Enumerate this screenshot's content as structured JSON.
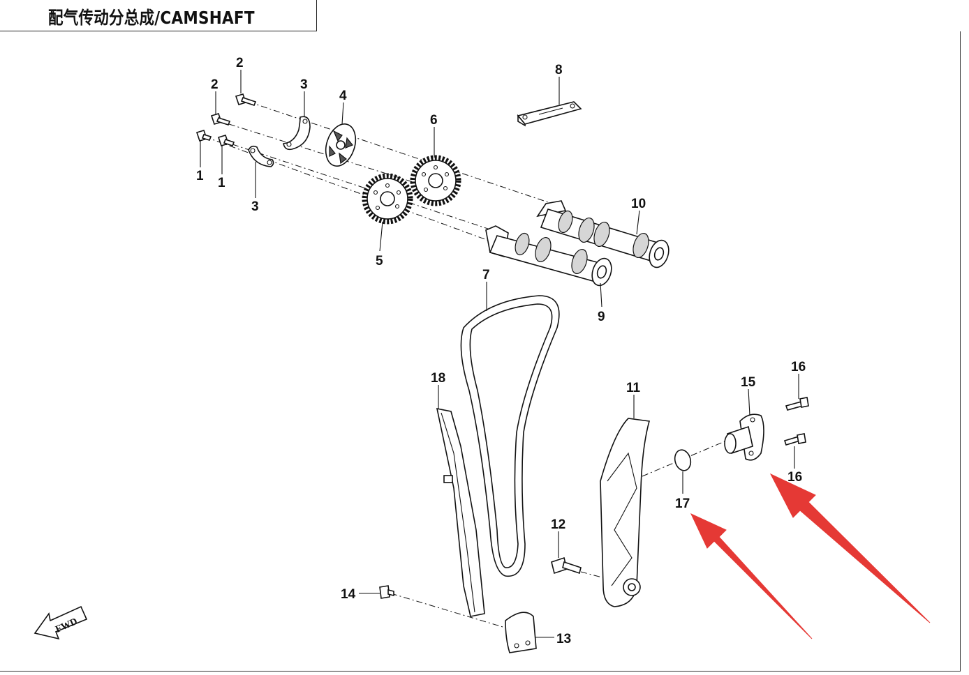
{
  "header": {
    "title": "配气传动分总成/CAMSHAFT"
  },
  "fwd_label": "FWD",
  "arrow_color": "#e53935",
  "callouts": [
    {
      "id": "c-2a",
      "text": "2"
    },
    {
      "id": "c-2b",
      "text": "2"
    },
    {
      "id": "c-3a",
      "text": "3"
    },
    {
      "id": "c-4",
      "text": "4"
    },
    {
      "id": "c-6",
      "text": "6"
    },
    {
      "id": "c-8",
      "text": "8"
    },
    {
      "id": "c-1a",
      "text": "1"
    },
    {
      "id": "c-1b",
      "text": "1"
    },
    {
      "id": "c-3b",
      "text": "3"
    },
    {
      "id": "c-5",
      "text": "5"
    },
    {
      "id": "c-10",
      "text": "10"
    },
    {
      "id": "c-7",
      "text": "7"
    },
    {
      "id": "c-9",
      "text": "9"
    },
    {
      "id": "c-18",
      "text": "18"
    },
    {
      "id": "c-11",
      "text": "11"
    },
    {
      "id": "c-15",
      "text": "15"
    },
    {
      "id": "c-16a",
      "text": "16"
    },
    {
      "id": "c-16b",
      "text": "16"
    },
    {
      "id": "c-17",
      "text": "17"
    },
    {
      "id": "c-12",
      "text": "12"
    },
    {
      "id": "c-14",
      "text": "14"
    },
    {
      "id": "c-13",
      "text": "13"
    }
  ]
}
